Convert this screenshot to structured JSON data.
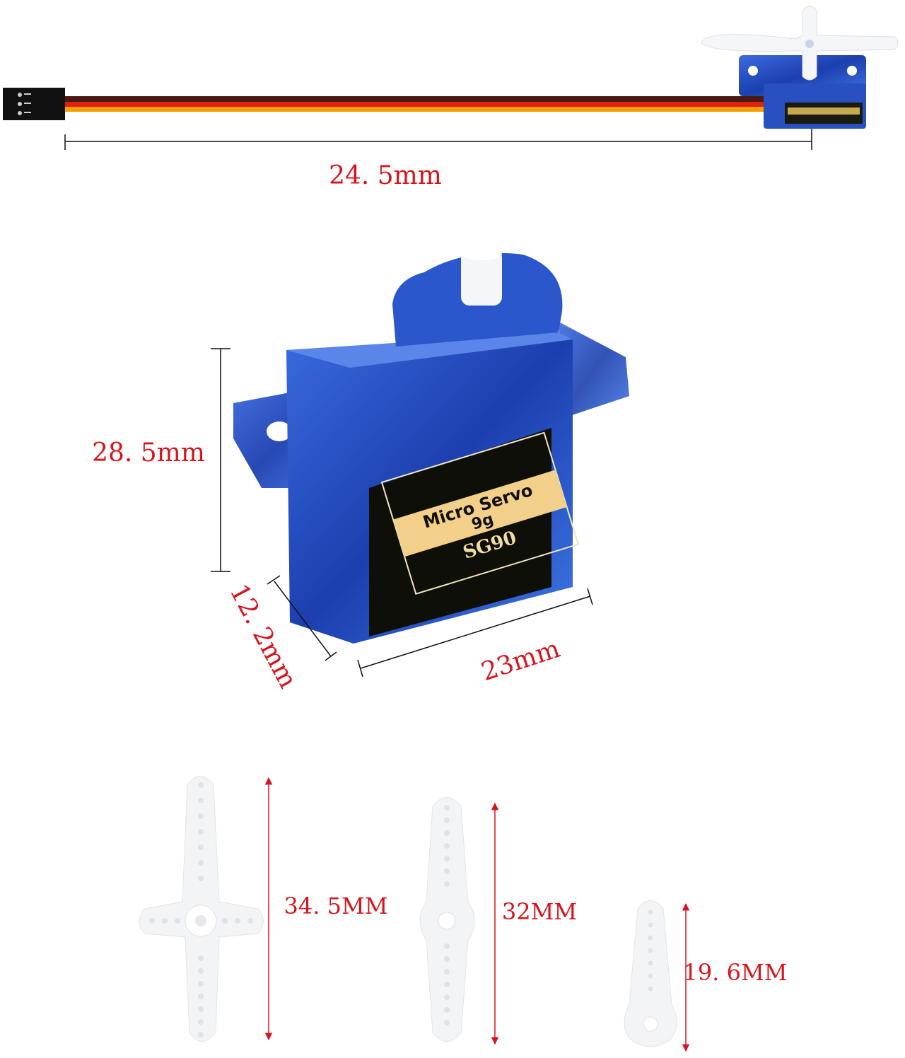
{
  "dimensions": {
    "cable_length": "24. 5mm",
    "height": "28. 5mm",
    "depth": "12. 2mm",
    "width": "23mm",
    "horn_cross": "34. 5MM",
    "horn_double": "32MM",
    "horn_single": "19. 6MM"
  },
  "servo_label": {
    "line1": "Micro Servo",
    "line2": "9g",
    "model": "SG90"
  },
  "colors": {
    "dimension_text": "#d8141c",
    "servo_body": "#1f47b8",
    "wire_brown": "#4a1a10",
    "wire_red": "#e02010",
    "wire_orange": "#f5a000",
    "label_gold": "#f2d08a"
  }
}
